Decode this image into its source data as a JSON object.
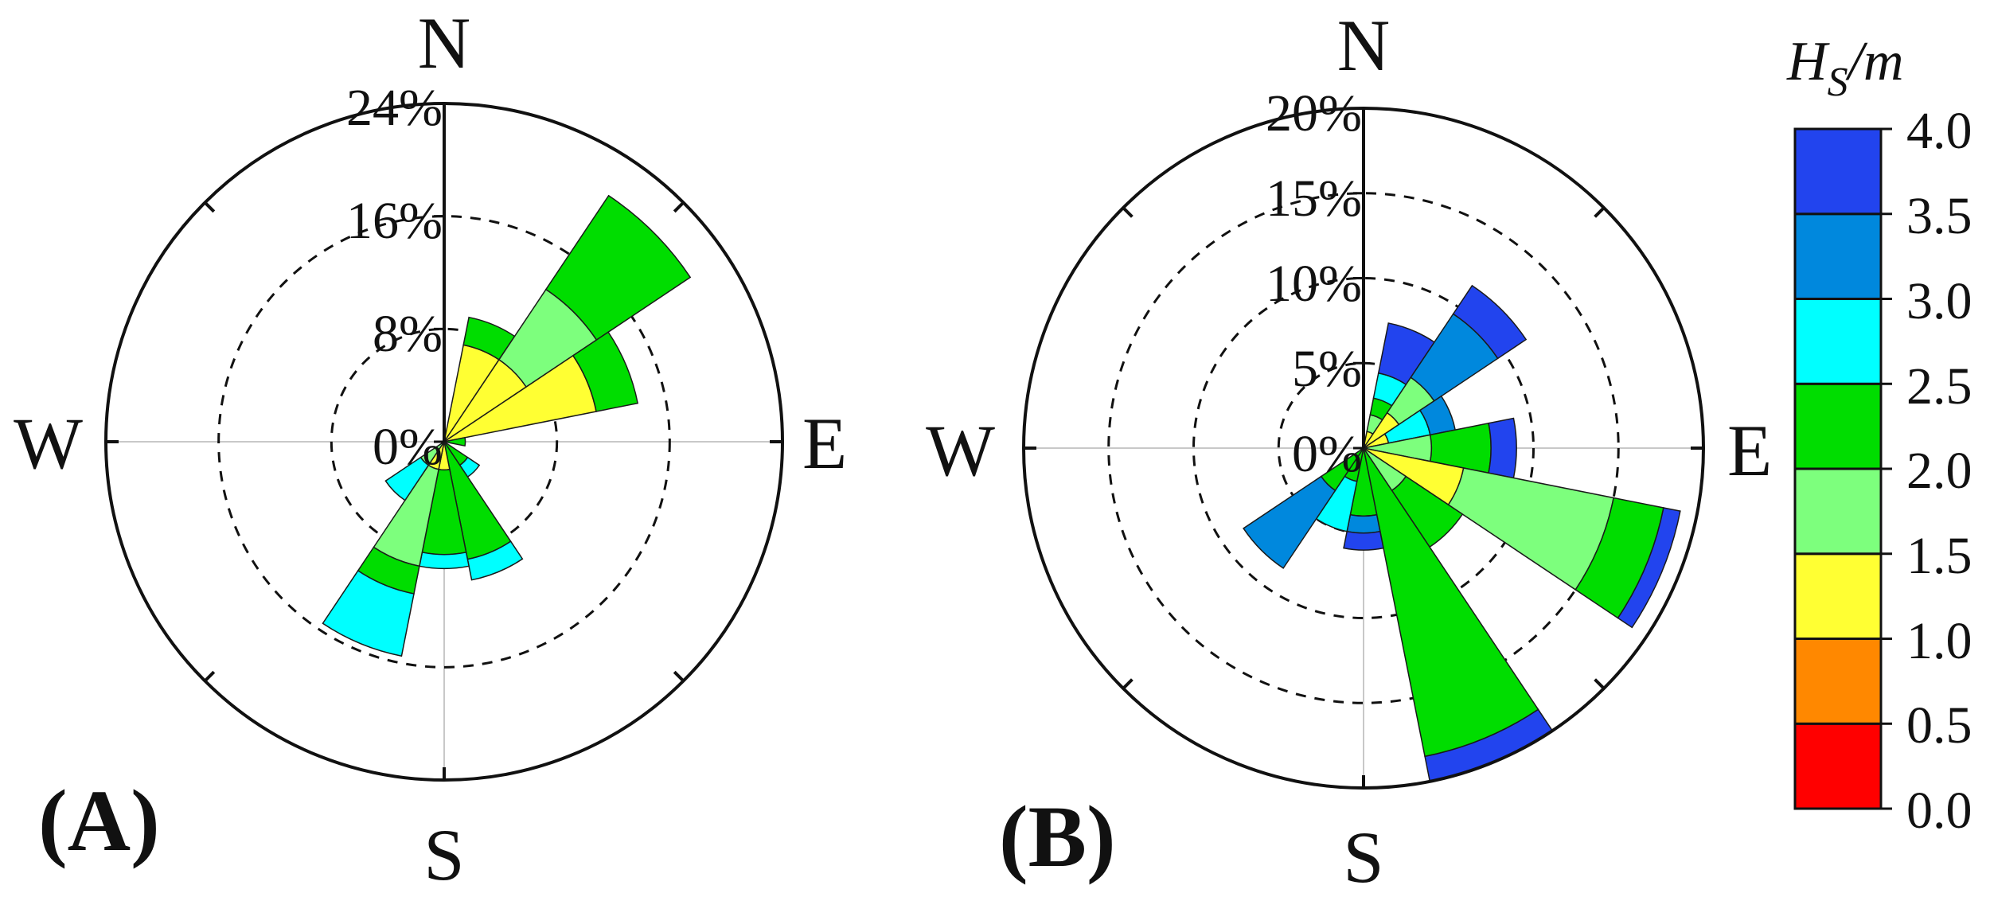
{
  "figure": {
    "panels": [
      {
        "label": "(A)",
        "directions": {
          "n": "N",
          "e": "E",
          "s": "S",
          "w": "W"
        },
        "ring_labels": [
          "0%",
          "8%",
          "16%",
          "24%"
        ]
      },
      {
        "label": "(B)",
        "directions": {
          "n": "N",
          "e": "E",
          "s": "S",
          "w": "W"
        },
        "ring_labels": [
          "0%",
          "5%",
          "10%",
          "15%",
          "20%"
        ]
      }
    ],
    "colorbar": {
      "title_main": "H",
      "title_sub": "S",
      "title_unit": "/m",
      "tick_labels": [
        "4.0",
        "3.5",
        "3.0",
        "2.5",
        "2.0",
        "1.5",
        "1.0",
        "0.5",
        "0.0"
      ]
    }
  },
  "chart_data": [
    {
      "type": "wind-rose",
      "panel": "(A)",
      "radial_unit": "%",
      "radial_max": 24,
      "radial_ticks": [
        0,
        8,
        16,
        24
      ],
      "grid": "dashed rings at 8% and 16%, solid outer circle at 24%",
      "bin_colors": {
        "1.0-1.5": "#ffff33",
        "1.5-2.0": "#7dff7d",
        "2.0-2.5": "#00dd00",
        "2.5-3.0": "#00ffff",
        "3.0-3.5": "#0088dd",
        "3.5-4.0": "#2244ee"
      },
      "sectors": [
        {
          "direction_deg": 22.5,
          "stack": [
            {
              "hs_bin": "1.0-1.5",
              "cumulative_percent": 7
            },
            {
              "hs_bin": "2.0-2.5",
              "cumulative_percent": 9
            }
          ]
        },
        {
          "direction_deg": 45,
          "stack": [
            {
              "hs_bin": "1.0-1.5",
              "cumulative_percent": 7
            },
            {
              "hs_bin": "1.5-2.0",
              "cumulative_percent": 13
            },
            {
              "hs_bin": "2.0-2.5",
              "cumulative_percent": 21
            }
          ]
        },
        {
          "direction_deg": 67.5,
          "stack": [
            {
              "hs_bin": "1.0-1.5",
              "cumulative_percent": 11
            },
            {
              "hs_bin": "2.0-2.5",
              "cumulative_percent": 14
            }
          ]
        },
        {
          "direction_deg": 90,
          "stack": [
            {
              "hs_bin": "2.0-2.5",
              "cumulative_percent": 1.5
            }
          ]
        },
        {
          "direction_deg": 135,
          "stack": [
            {
              "hs_bin": "2.0-2.5",
              "cumulative_percent": 2
            },
            {
              "hs_bin": "2.5-3.0",
              "cumulative_percent": 3
            }
          ]
        },
        {
          "direction_deg": 157.5,
          "stack": [
            {
              "hs_bin": "2.0-2.5",
              "cumulative_percent": 8.5
            },
            {
              "hs_bin": "2.5-3.0",
              "cumulative_percent": 10
            }
          ]
        },
        {
          "direction_deg": 180,
          "stack": [
            {
              "hs_bin": "1.0-1.5",
              "cumulative_percent": 2
            },
            {
              "hs_bin": "2.0-2.5",
              "cumulative_percent": 8
            },
            {
              "hs_bin": "2.5-3.0",
              "cumulative_percent": 9
            }
          ]
        },
        {
          "direction_deg": 202.5,
          "stack": [
            {
              "hs_bin": "1.0-1.5",
              "cumulative_percent": 2
            },
            {
              "hs_bin": "1.5-2.0",
              "cumulative_percent": 9
            },
            {
              "hs_bin": "2.0-2.5",
              "cumulative_percent": 11
            },
            {
              "hs_bin": "2.5-3.0",
              "cumulative_percent": 15.5
            }
          ]
        },
        {
          "direction_deg": 225,
          "stack": [
            {
              "hs_bin": "1.5-2.0",
              "cumulative_percent": 2
            },
            {
              "hs_bin": "2.5-3.0",
              "cumulative_percent": 5
            }
          ]
        }
      ]
    },
    {
      "type": "wind-rose",
      "panel": "(B)",
      "radial_unit": "%",
      "radial_max": 20,
      "radial_ticks": [
        0,
        5,
        10,
        15,
        20
      ],
      "grid": "dashed rings at 5%, 10% and 15%, solid outer circle at 20%",
      "bin_colors": {
        "1.0-1.5": "#ffff33",
        "1.5-2.0": "#7dff7d",
        "2.0-2.5": "#00dd00",
        "2.5-3.0": "#00ffff",
        "3.0-3.5": "#0088dd",
        "3.5-4.0": "#2244ee"
      },
      "sectors": [
        {
          "direction_deg": 22.5,
          "stack": [
            {
              "hs_bin": "1.0-1.5",
              "cumulative_percent": 1
            },
            {
              "hs_bin": "1.5-2.0",
              "cumulative_percent": 2
            },
            {
              "hs_bin": "2.0-2.5",
              "cumulative_percent": 3
            },
            {
              "hs_bin": "2.5-3.0",
              "cumulative_percent": 4.5
            },
            {
              "hs_bin": "3.5-4.0",
              "cumulative_percent": 7.5
            }
          ]
        },
        {
          "direction_deg": 45,
          "stack": [
            {
              "hs_bin": "1.0-1.5",
              "cumulative_percent": 2.5
            },
            {
              "hs_bin": "1.5-2.0",
              "cumulative_percent": 5
            },
            {
              "hs_bin": "3.0-3.5",
              "cumulative_percent": 9.5
            },
            {
              "hs_bin": "3.5-4.0",
              "cumulative_percent": 11.5
            }
          ]
        },
        {
          "direction_deg": 67.5,
          "stack": [
            {
              "hs_bin": "1.0-1.5",
              "cumulative_percent": 1.5
            },
            {
              "hs_bin": "2.5-3.0",
              "cumulative_percent": 4
            },
            {
              "hs_bin": "3.0-3.5",
              "cumulative_percent": 5.5
            }
          ]
        },
        {
          "direction_deg": 90,
          "stack": [
            {
              "hs_bin": "1.5-2.0",
              "cumulative_percent": 4
            },
            {
              "hs_bin": "2.0-2.5",
              "cumulative_percent": 7.5
            },
            {
              "hs_bin": "3.5-4.0",
              "cumulative_percent": 9
            }
          ]
        },
        {
          "direction_deg": 112.5,
          "stack": [
            {
              "hs_bin": "1.0-1.5",
              "cumulative_percent": 6
            },
            {
              "hs_bin": "1.5-2.0",
              "cumulative_percent": 15
            },
            {
              "hs_bin": "2.0-2.5",
              "cumulative_percent": 18
            },
            {
              "hs_bin": "3.5-4.0",
              "cumulative_percent": 19
            }
          ]
        },
        {
          "direction_deg": 135,
          "stack": [
            {
              "hs_bin": "1.5-2.0",
              "cumulative_percent": 3
            },
            {
              "hs_bin": "2.0-2.5",
              "cumulative_percent": 7
            }
          ]
        },
        {
          "direction_deg": 157.5,
          "stack": [
            {
              "hs_bin": "2.0-2.5",
              "cumulative_percent": 18.5
            },
            {
              "hs_bin": "3.5-4.0",
              "cumulative_percent": 20
            }
          ]
        },
        {
          "direction_deg": 180,
          "stack": [
            {
              "hs_bin": "2.0-2.5",
              "cumulative_percent": 4
            },
            {
              "hs_bin": "3.0-3.5",
              "cumulative_percent": 5
            },
            {
              "hs_bin": "3.5-4.0",
              "cumulative_percent": 6
            }
          ]
        },
        {
          "direction_deg": 202.5,
          "stack": [
            {
              "hs_bin": "2.0-2.5",
              "cumulative_percent": 2
            },
            {
              "hs_bin": "2.5-3.0",
              "cumulative_percent": 5
            }
          ]
        },
        {
          "direction_deg": 225,
          "stack": [
            {
              "hs_bin": "2.0-2.5",
              "cumulative_percent": 3
            },
            {
              "hs_bin": "3.0-3.5",
              "cumulative_percent": 8.5
            }
          ]
        }
      ]
    },
    {
      "type": "colorbar",
      "title": "Hs/m",
      "range": [
        0,
        4
      ],
      "ticks": [
        0.0,
        0.5,
        1.0,
        1.5,
        2.0,
        2.5,
        3.0,
        3.5,
        4.0
      ],
      "bins": [
        {
          "range": [
            0.0,
            0.5
          ],
          "color": "#ff0000"
        },
        {
          "range": [
            0.5,
            1.0
          ],
          "color": "#ff8800"
        },
        {
          "range": [
            1.0,
            1.5
          ],
          "color": "#ffff33"
        },
        {
          "range": [
            1.5,
            2.0
          ],
          "color": "#7dff7d"
        },
        {
          "range": [
            2.0,
            2.5
          ],
          "color": "#00dd00"
        },
        {
          "range": [
            2.5,
            3.0
          ],
          "color": "#00ffff"
        },
        {
          "range": [
            3.0,
            3.5
          ],
          "color": "#0088dd"
        },
        {
          "range": [
            3.5,
            4.0
          ],
          "color": "#2244ee"
        }
      ]
    }
  ]
}
